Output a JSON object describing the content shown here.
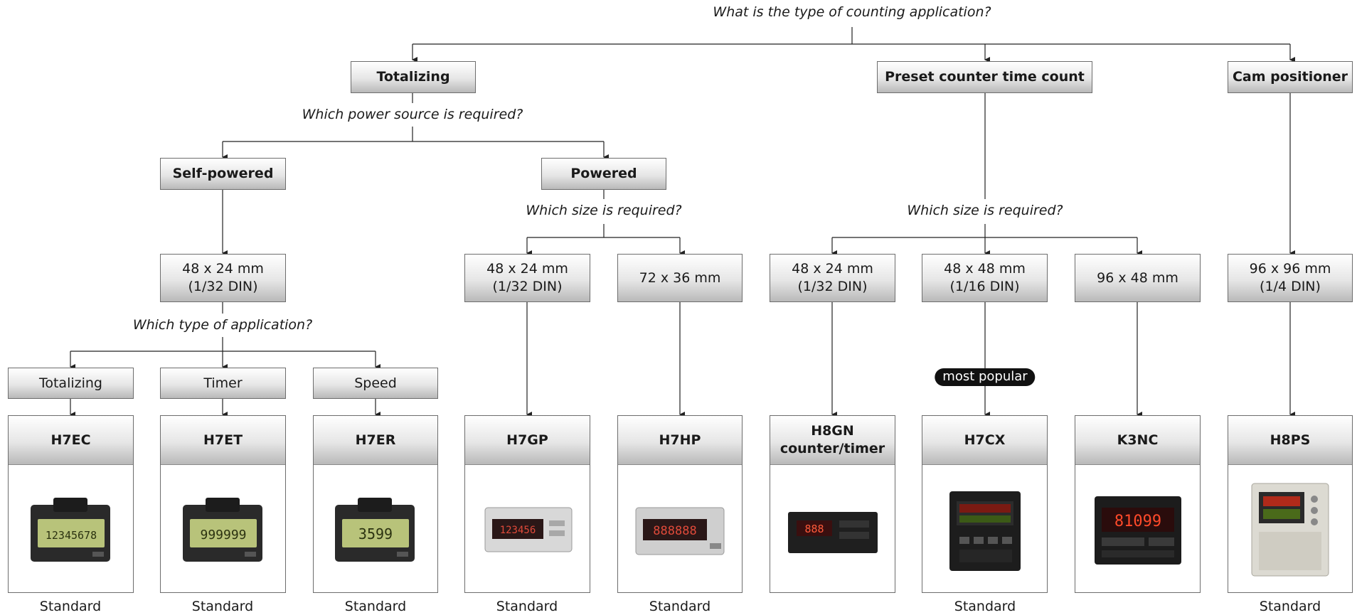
{
  "questions": {
    "q_app": "What is the type of counting application?",
    "q_power": "Which power source is required?",
    "q_size_powered": "Which size is required?",
    "q_type_app": "Which type of application?",
    "q_size_preset": "Which size is required?"
  },
  "level1": {
    "totalizing": "Totalizing",
    "preset": "Preset counter time count",
    "cam": "Cam positioner"
  },
  "level2": {
    "self_powered": "Self-powered",
    "powered": "Powered"
  },
  "sizes": {
    "s1": [
      "48 x 24 mm",
      "(1/32 DIN)"
    ],
    "s2": [
      "48 x 24 mm",
      "(1/32 DIN)"
    ],
    "s3": [
      "72 x 36 mm"
    ],
    "s4": [
      "48 x 24 mm",
      "(1/32 DIN)"
    ],
    "s5": [
      "48 x 48 mm",
      "(1/16 DIN)"
    ],
    "s6": [
      "96 x 48 mm"
    ],
    "s7": [
      "96 x 96 mm",
      "(1/4 DIN)"
    ]
  },
  "app_types": {
    "totalizing": "Totalizing",
    "timer": "Timer",
    "speed": "Speed"
  },
  "badge": "most popular",
  "products": [
    {
      "name": [
        "H7EC"
      ],
      "footer": "Standard",
      "display": "12345678",
      "style": "lcd"
    },
    {
      "name": [
        "H7ET"
      ],
      "footer": "Standard",
      "display": "999999",
      "style": "lcd"
    },
    {
      "name": [
        "H7ER"
      ],
      "footer": "Standard",
      "display": "3599",
      "style": "lcd"
    },
    {
      "name": [
        "H7GP"
      ],
      "footer": "Standard",
      "display": "123456",
      "style": "led-white"
    },
    {
      "name": [
        "H7HP"
      ],
      "footer": "Standard",
      "display": "888888",
      "style": "led-white"
    },
    {
      "name": [
        "H8GN",
        "counter/timer"
      ],
      "footer": "",
      "display": "888",
      "style": "led-black"
    },
    {
      "name": [
        "H7CX"
      ],
      "footer": "Standard",
      "display": "",
      "style": "square-black"
    },
    {
      "name": [
        "K3NC"
      ],
      "footer": "",
      "display": "81099",
      "style": "led-black"
    },
    {
      "name": [
        "H8PS"
      ],
      "footer": "Standard",
      "display": "",
      "style": "big-white"
    }
  ],
  "colors": {
    "line": "#222222",
    "box_border": "#6d6d6d",
    "badge_bg": "#111111"
  }
}
